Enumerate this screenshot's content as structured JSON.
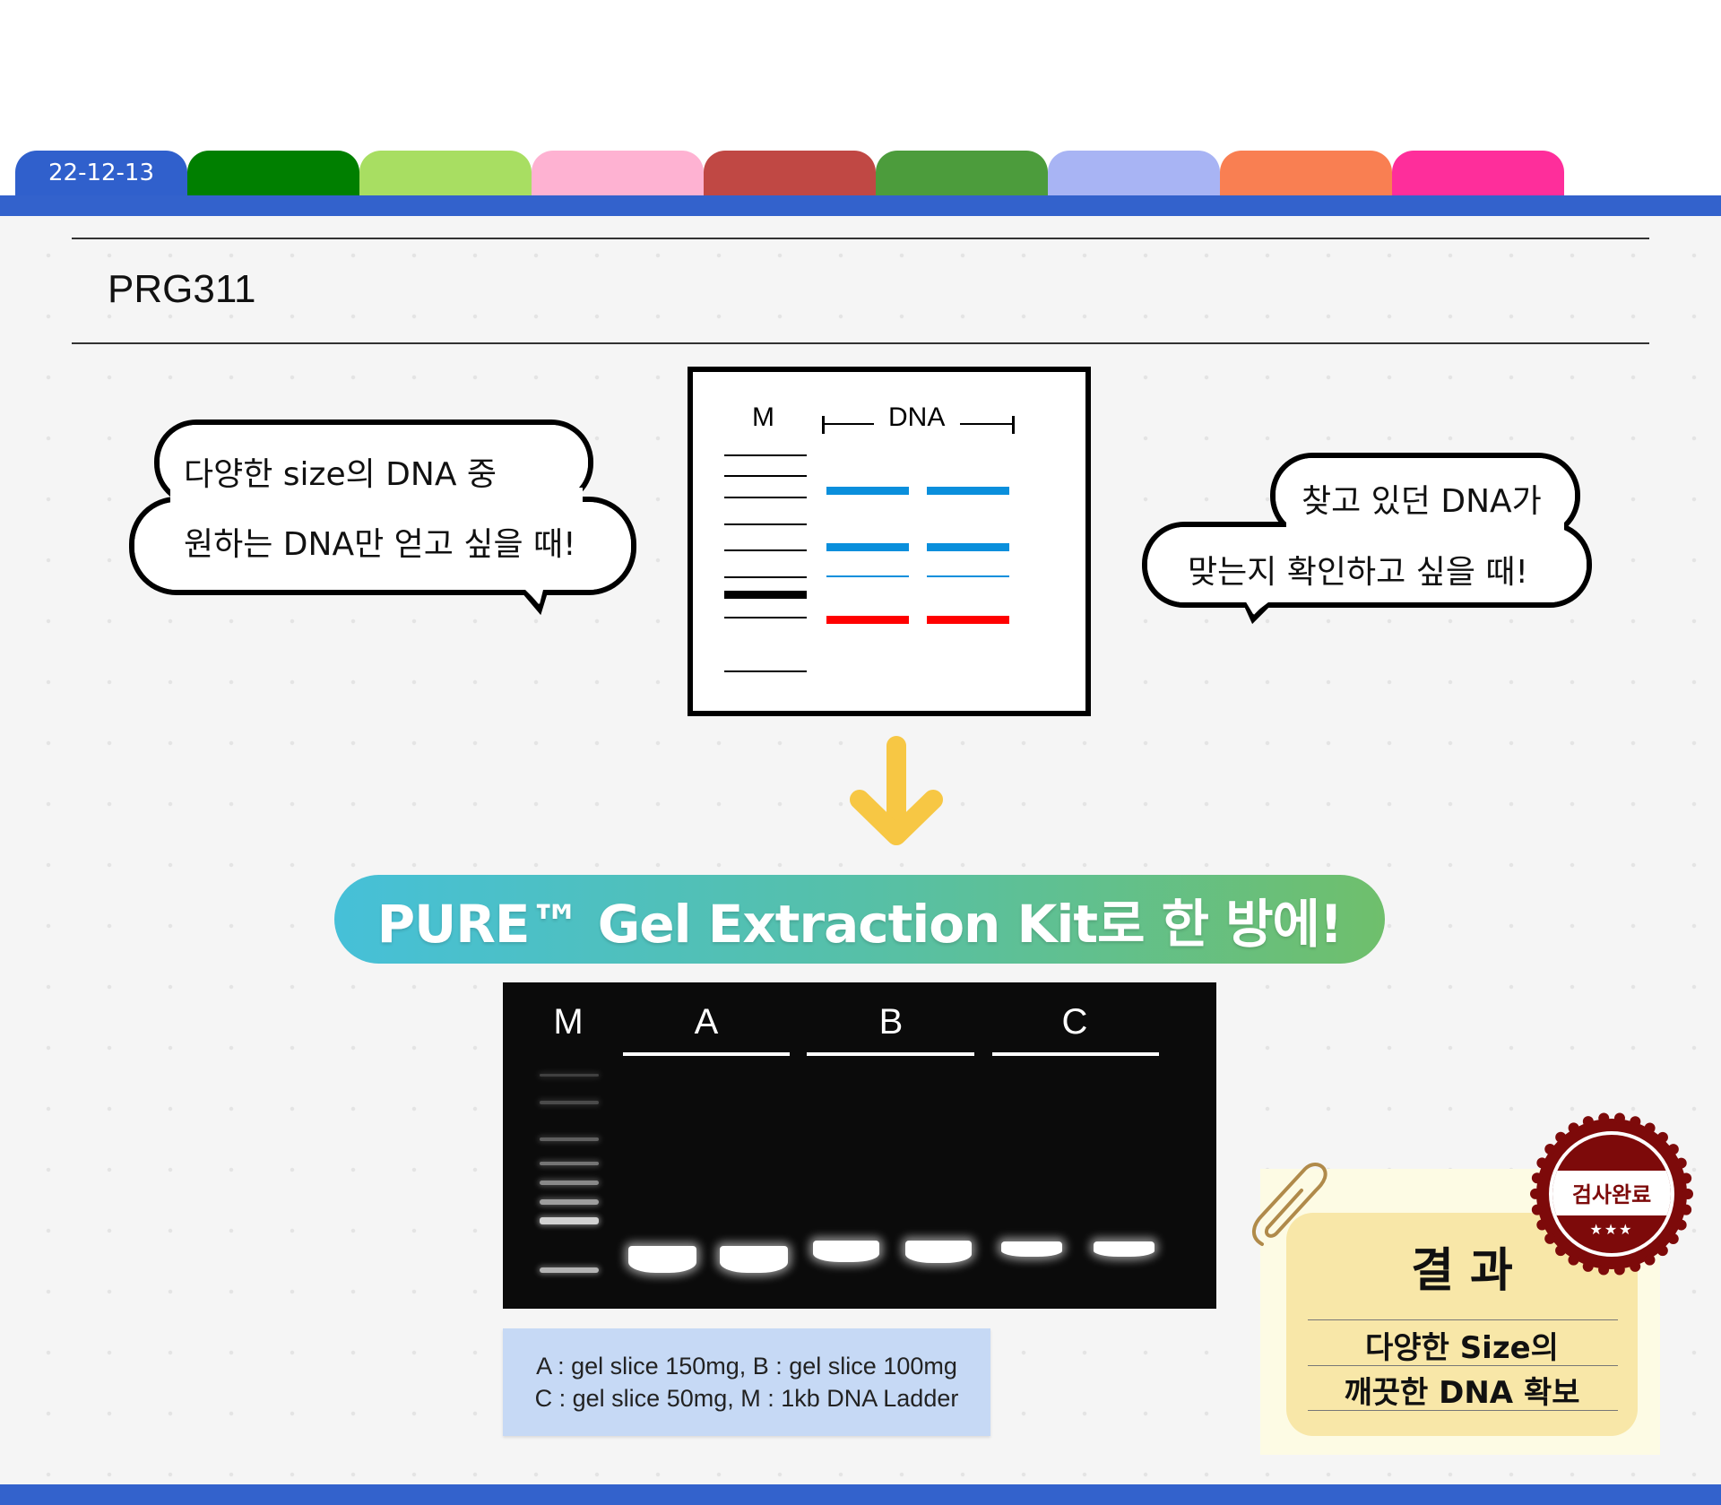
{
  "tabs": [
    {
      "label": "22-12-13",
      "color": "#3060cc"
    },
    {
      "label": "",
      "color": "#007f00"
    },
    {
      "label": "",
      "color": "#a8de62"
    },
    {
      "label": "",
      "color": "#feb2d2"
    },
    {
      "label": "",
      "color": "#c04844"
    },
    {
      "label": "",
      "color": "#4c9c3c"
    },
    {
      "label": "",
      "color": "#a8b4f4"
    },
    {
      "label": "",
      "color": "#f97f52"
    },
    {
      "label": "",
      "color": "#fe2e9b"
    }
  ],
  "product_code": "PRG311",
  "bubble_left": {
    "line1": "다양한 size의 DNA 중",
    "line2": "원하는 DNA만 얻고 싶을 때!"
  },
  "bubble_right": {
    "line1": "찾고 있던 DNA가",
    "line2": "맞는지 확인하고 싶을 때!"
  },
  "diagram": {
    "marker_label": "M",
    "sample_label": "DNA"
  },
  "banner": {
    "text": "PURE™ Gel Extraction Kit로 한 방에!"
  },
  "gel": {
    "marker_label": "M",
    "lanes": [
      "A",
      "B",
      "C"
    ]
  },
  "caption": {
    "line1": "A : gel slice 150mg, B : gel slice 100mg",
    "line2": "C : gel slice 50mg, M : 1kb DNA Ladder"
  },
  "result": {
    "title": "결 과",
    "line1": "다양한 Size의",
    "line2": "깨끗한 DNA 확보",
    "badge_text": "검사완료",
    "badge_stars": "★★★"
  },
  "colors": {
    "brand_blue": "#3362cc",
    "badge_red": "#7d0a0a",
    "arrow_yellow": "#f7c744"
  }
}
